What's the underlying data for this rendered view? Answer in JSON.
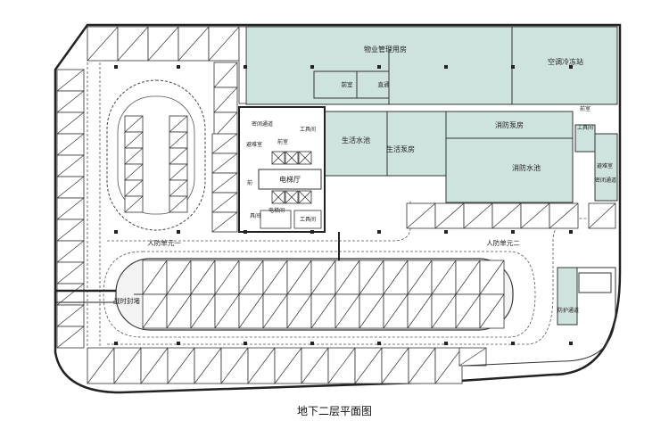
{
  "title": "地下二层平面图",
  "colors": {
    "room_fill": "#cfe3de",
    "wall": "#222222",
    "floor": "#ffffff",
    "parking_fill": "#f4f4f4",
    "dashed_line": "#333333"
  },
  "rooms": {
    "property_mgmt": "物业管理用房",
    "ac_refrigeration": "空调冷冻站",
    "front_room_1": "前室",
    "direct_stair": "直通",
    "fire_pump_room": "消防泵房",
    "domestic_water_tank": "生活水池",
    "domestic_pump_room": "生活泵房",
    "fire_water_tank": "消防水池",
    "elevator_hall": "电梯厅",
    "front_room_2": "前室",
    "front_room_3": "前室",
    "refuge_room_1": "避难室",
    "refuge_room_2": "避难室",
    "tool_room_1": "工具间",
    "tool_room_2": "工具间",
    "elevator_room": "电梯间",
    "smoke_shaft": "密闭通道",
    "emergency_passage": "密闭通道",
    "tool_room_3": "具间",
    "front_small": "前",
    "tool_small": "工具间",
    "passage_small": "防护通道"
  },
  "annotations": {
    "civil_defense_unit_1": "人防单元一",
    "civil_defense_unit_2": "人防单元二",
    "temporary_closure": "战时封堵"
  }
}
